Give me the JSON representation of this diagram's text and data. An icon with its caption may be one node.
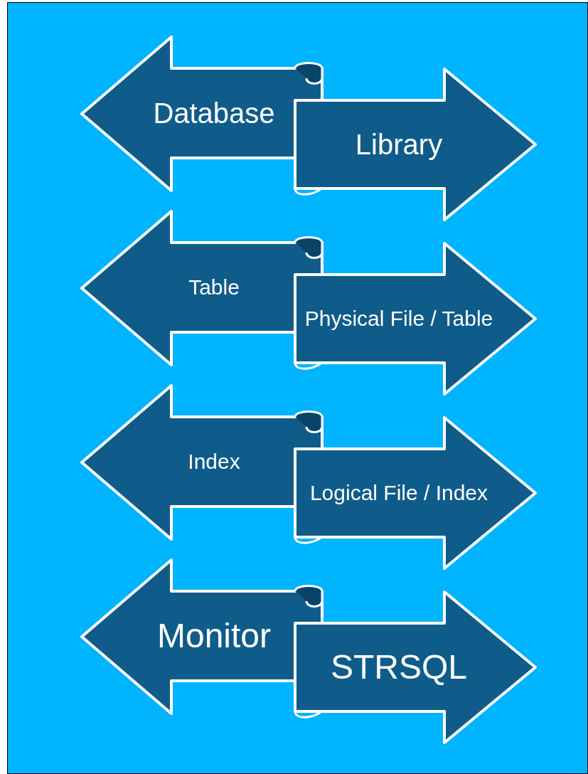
{
  "diagram": {
    "nodes": [
      {
        "text": [
          "Database"
        ]
      },
      {
        "text": [
          "Library"
        ]
      },
      {
        "text": [
          "Table"
        ]
      },
      {
        "text": [
          "Physical File / Table"
        ]
      },
      {
        "text": [
          "Index"
        ]
      },
      {
        "text": [
          "Logical File / Index"
        ]
      },
      {
        "text": [
          "Monitor"
        ]
      },
      {
        "text": [
          "STRSQL"
        ]
      }
    ]
  }
}
